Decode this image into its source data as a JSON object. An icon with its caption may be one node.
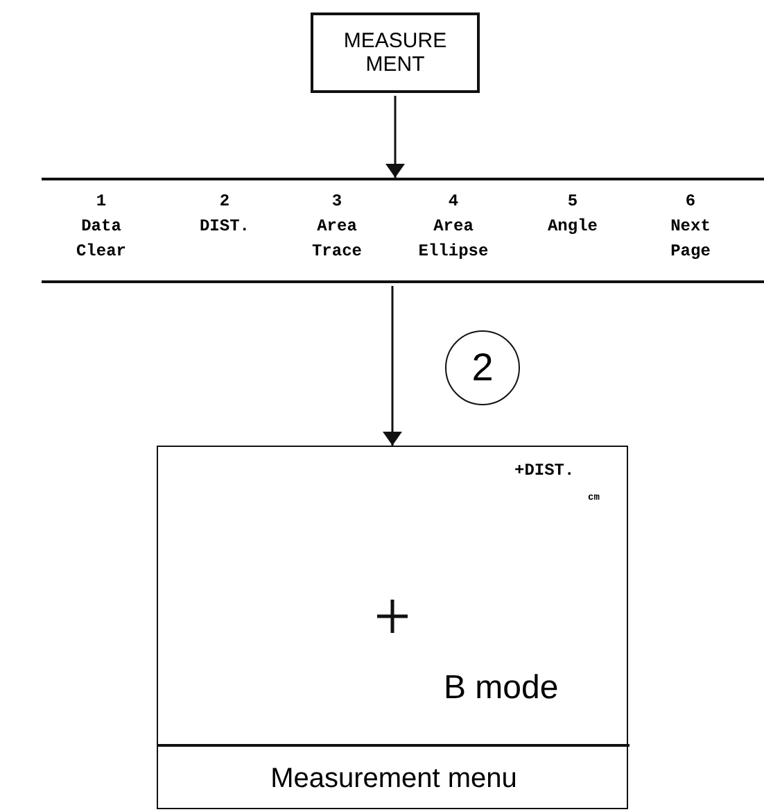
{
  "diagram": {
    "nodes": [
      {
        "text": [
          "MEASURE MENT"
        ]
      },
      {
        "text": [],
        "shape": "bar"
      },
      {
        "text": [
          "1",
          "Data Clear"
        ],
        "in": 1
      },
      {
        "text": [
          "2",
          "DIST."
        ],
        "in": 1
      },
      {
        "text": [
          "3",
          "Area Trace"
        ],
        "in": 1
      },
      {
        "text": [
          "4",
          "Area Ellipse"
        ],
        "in": 1
      },
      {
        "text": [
          "5",
          "Angle"
        ],
        "in": 1
      },
      {
        "text": [
          "6",
          "Next Page"
        ],
        "in": 1
      },
      {
        "text": [
          "2"
        ]
      },
      {
        "text": [
          "+DIST.",
          "cm",
          "B mode"
        ]
      },
      {
        "text": [
          "Measurement menu"
        ],
        "in": 9
      }
    ],
    "edges": [
      {
        "from": 0,
        "to": 1,
        "arrow": "to"
      },
      {
        "from": 1,
        "to": 9,
        "arrow": "to"
      }
    ]
  }
}
